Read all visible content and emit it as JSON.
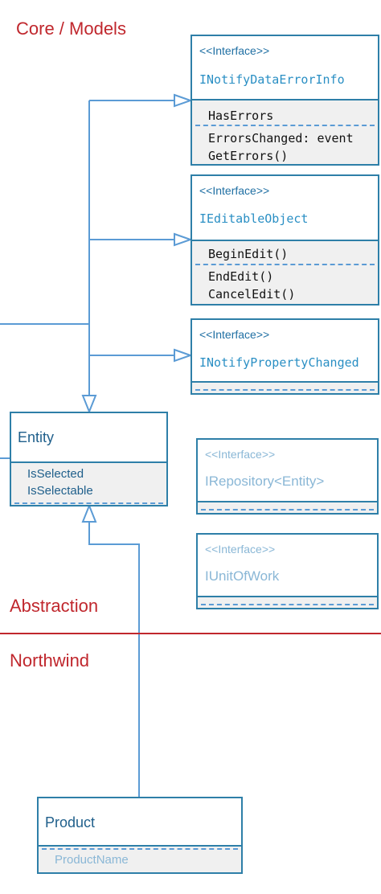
{
  "sections": {
    "core_models": "Core / Models",
    "abstraction": "Abstraction",
    "northwind": "Northwind"
  },
  "interfaces": [
    {
      "stereotype": "<<Interface>>",
      "name": "INotifyDataErrorInfo",
      "members": [
        "HasErrors",
        "ErrorsChanged: event",
        "GetErrors()"
      ]
    },
    {
      "stereotype": "<<Interface>>",
      "name": "IEditableObject",
      "members": [
        "BeginEdit()",
        "EndEdit()",
        "CancelEdit()"
      ]
    },
    {
      "stereotype": "<<Interface>>",
      "name": "INotifyPropertyChanged",
      "members": []
    },
    {
      "stereotype": "<<Interface>>",
      "name": "IRepository<Entity>",
      "members": []
    },
    {
      "stereotype": "<<Interface>>",
      "name": "IUnitOfWork",
      "members": []
    }
  ],
  "classes": [
    {
      "name": "Entity",
      "members": [
        "IsSelected",
        "IsSelectable"
      ]
    },
    {
      "name": "Product",
      "members": [
        "ProductName"
      ]
    }
  ],
  "colors": {
    "section_label": "#c0272d",
    "divider": "#c0272d",
    "box_border": "#2e7fa8",
    "connector": "#5b9bd5"
  }
}
